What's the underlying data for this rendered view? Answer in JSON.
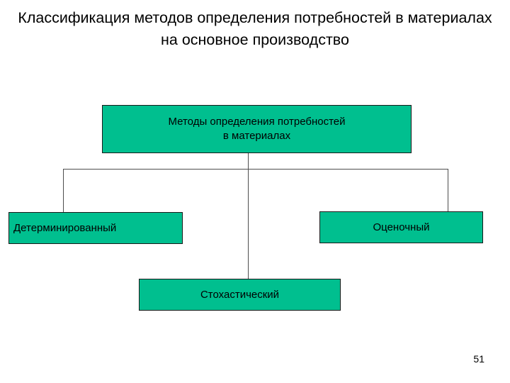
{
  "slide": {
    "title": "Классификация методов определения потребностей в материалах на основное производство",
    "page_number": "51",
    "node_color": "#00BF8F",
    "line_color": "#4d4d4d"
  },
  "diagram": {
    "type": "hierarchy",
    "root": {
      "id": "root",
      "label": "Методы определения потребностей\nв материалах"
    },
    "children": [
      {
        "id": "left",
        "label": "Детерминированный"
      },
      {
        "id": "middle",
        "label": "Стохастический"
      },
      {
        "id": "right",
        "label": "Оценочный"
      }
    ]
  }
}
